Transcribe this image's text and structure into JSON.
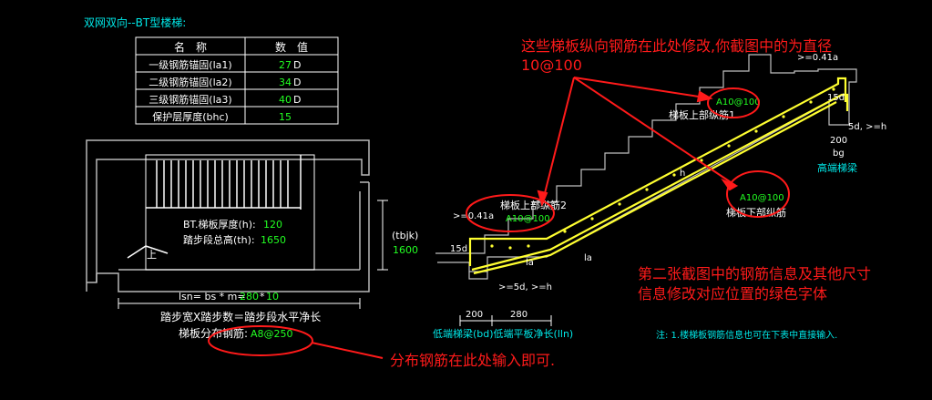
{
  "title": "双网双向--BT型楼梯:",
  "params_table": {
    "headers": [
      "名　称",
      "数　值"
    ],
    "rows": [
      {
        "name": "一级钢筋锚固(la1)",
        "value": "27",
        "unit": "D"
      },
      {
        "name": "二级钢筋锚固(la2)",
        "value": "34",
        "unit": "D"
      },
      {
        "name": "三级钢筋锚固(la3)",
        "value": "40",
        "unit": "D"
      },
      {
        "name": "保护层厚度(bhc)",
        "value": "15",
        "unit": ""
      }
    ]
  },
  "plan": {
    "thickness_label": "BT.梯板厚度(h):",
    "thickness_value": "120",
    "height_label": "踏步段总高(th):",
    "height_value": "1650",
    "up_label": "上",
    "lsn_prefix": "lsn= bs * m=",
    "lsn_bs": "280",
    "lsn_times": "*",
    "lsn_m": "10",
    "caption1": "踏步宽X踏步数＝踏步段水平净长",
    "dist_label": "梯板分布钢筋:",
    "dist_value": "A8@250",
    "tbjk_label": "(tbjk)",
    "tbjk_value": "1600"
  },
  "section": {
    "top_dim": ">=0.41a",
    "fifteen_d_top": "15d",
    "upper_bar_label_1": "梯板上部纵筋1",
    "upper_bar_value_1": "A10@100",
    "lower_bar_label": "梯板下部纵筋",
    "lower_bar_value": "A10@100",
    "upper_bar_label_2": "梯板上部纵筋2",
    "upper_bar_value_2": "A10@100",
    "left_dim": ">=0.41a",
    "fifteen_d_left": "15d",
    "la_a": "la",
    "la_b": "la",
    "h_mark": "h",
    "five_d_right": "5d, >=h",
    "five_d_left": ">=5d, >=h",
    "bg_value": "200",
    "bg_label": "bg",
    "high_beam": "高端梯梁",
    "low_beam_width": "200",
    "low_plate_width": "280",
    "low_caption": "低端梯梁(bd)低端平板净长(lln)"
  },
  "note": "注: 1.楼梯板钢筋信息也可在下表中直接输入.",
  "annotations": {
    "top": [
      "这些梯板纵向钢筋在此处修改,你截图中的为直径",
      "10@100"
    ],
    "right": [
      "第二张截图中的钢筋信息及其他尺寸",
      "信息修改对应位置的绿色字体"
    ],
    "bottom": "分布钢筋在此处输入即可."
  },
  "colors": {
    "cyan": "#00e8e8",
    "green": "#22ff22",
    "yellow": "#ffff30",
    "red": "#ff1a1a",
    "white": "#ffffff",
    "gray": "#b8b8b8"
  }
}
